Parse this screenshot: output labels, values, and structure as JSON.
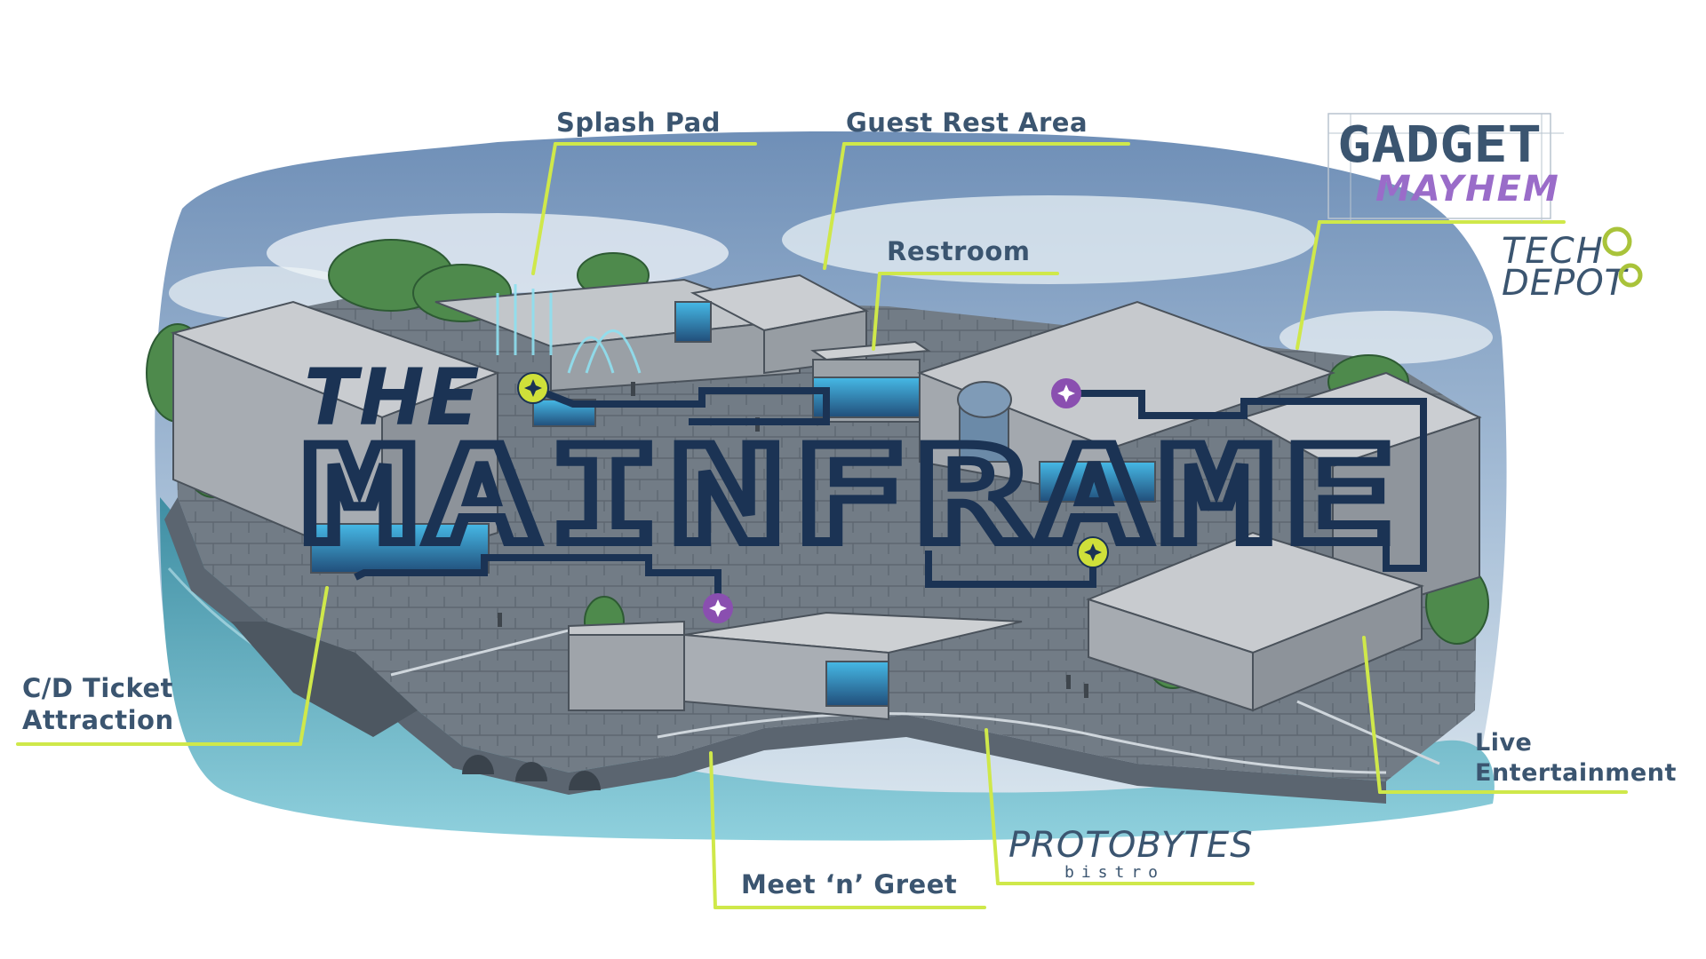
{
  "title": {
    "line1": "THE",
    "line2": "MAINFRAME"
  },
  "labels": {
    "splash_pad": "Splash Pad",
    "guest_rest_area": "Guest Rest Area",
    "restroom": "Restroom",
    "cd_ticket_line1": "C/D Ticket",
    "cd_ticket_line2": "Attraction",
    "meet_greet": "Meet ‘n’ Greet",
    "live_ent_line1": "Live",
    "live_ent_line2": "Entertainment"
  },
  "logos": {
    "gadget": "GADGET",
    "mayhem": "MAYHEM",
    "tech": "TECH",
    "depot": "DEPOT",
    "protobytes": "PROTOBYTES",
    "bistro": "bistro"
  },
  "colors": {
    "leader_line": "#cfe84a",
    "label_text": "#3b5570",
    "title_navy": "#1b3354",
    "marker_lime": "#cfe03a",
    "marker_purple": "#8a4fb0",
    "mayhem_purple": "#9a6cc9",
    "tech_depot_green": "#a9c33a"
  }
}
